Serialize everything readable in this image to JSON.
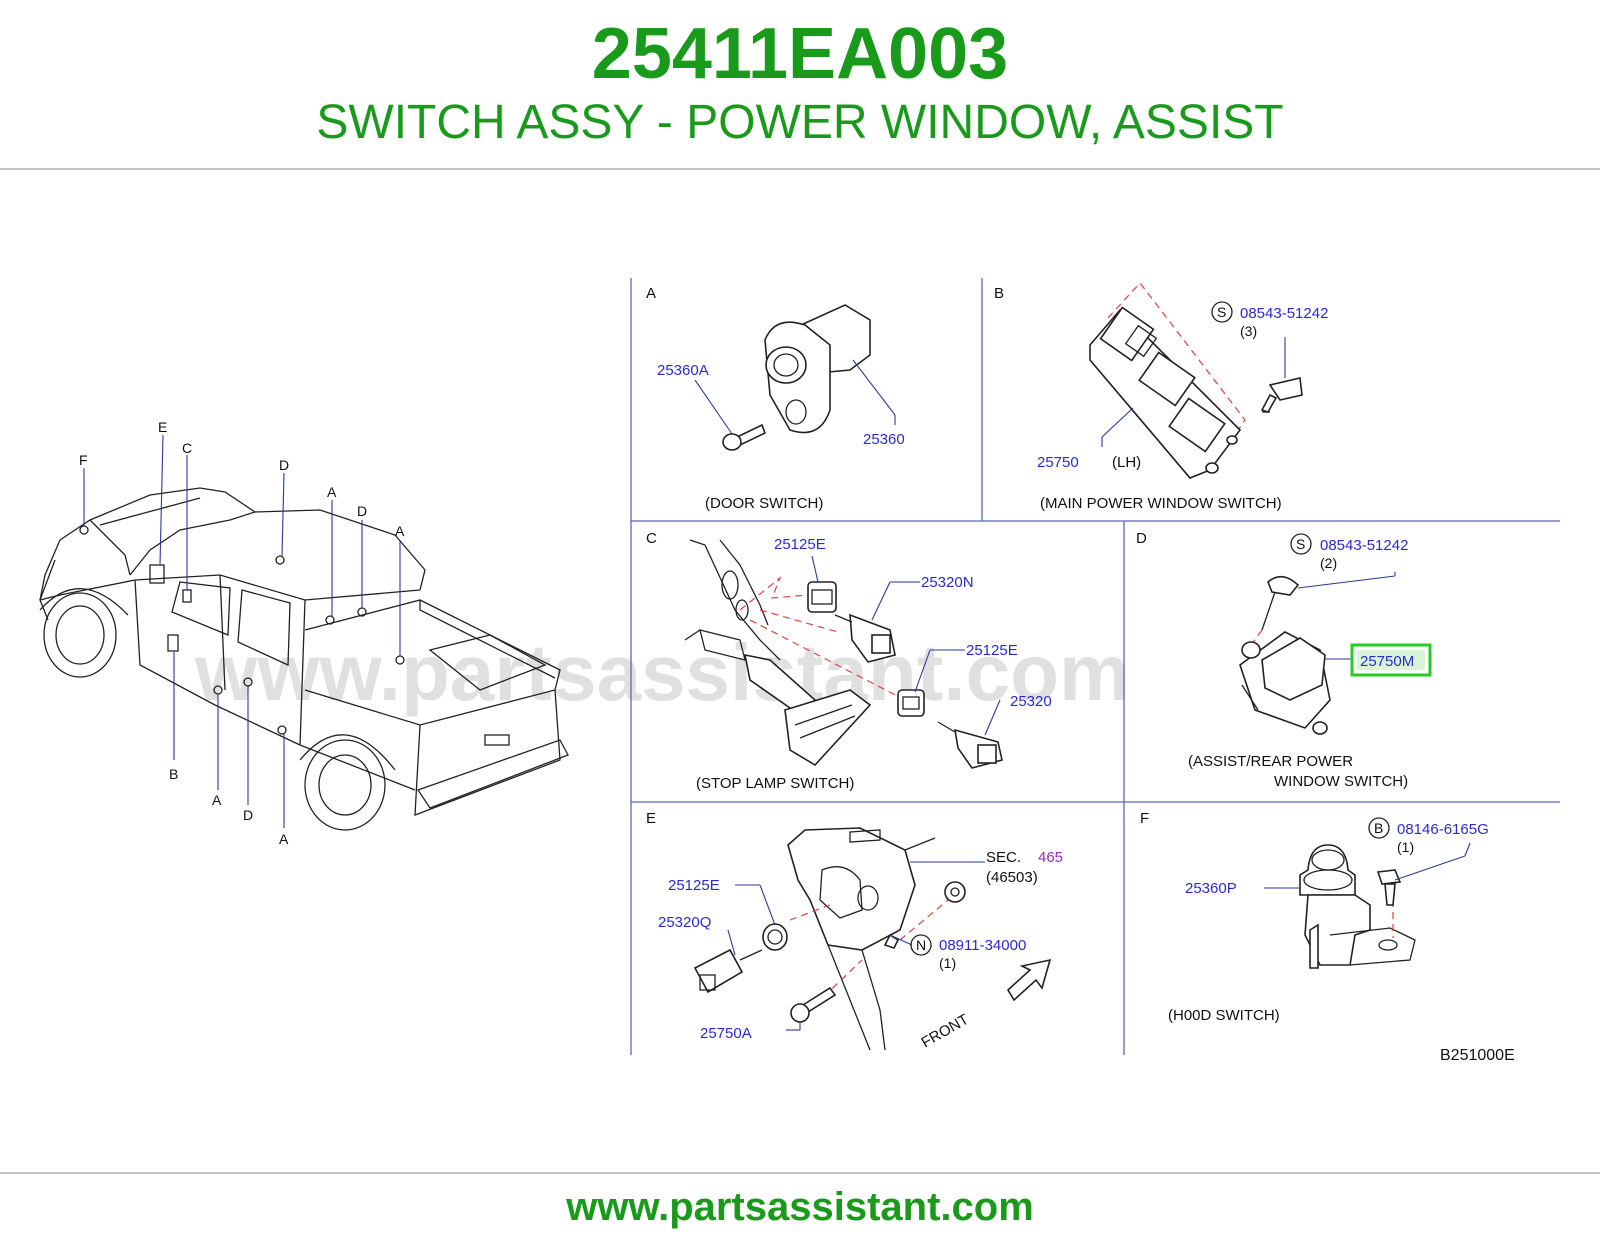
{
  "header": {
    "part_number": "25411EA003",
    "part_name": "SWITCH ASSY - POWER WINDOW, ASSIST"
  },
  "watermark": "www.partsassistant.com",
  "footer": {
    "url": "www.partsassistant.com"
  },
  "diagram_id": "B251000E",
  "highlight_color": "#22cc22",
  "brand_color": "#1a9a1a",
  "label_color": "#2a2ad0",
  "vehicle": {
    "location_letters": {
      "F": "F",
      "E": "E",
      "C": "C",
      "D_roof": "D",
      "A_roof": "A",
      "D_mid": "D",
      "A_right": "A",
      "B_low": "B",
      "A_low": "A",
      "D_low": "D",
      "A_low2": "A"
    }
  },
  "panels": {
    "A": {
      "letter": "A",
      "caption": "(DOOR   SWITCH)",
      "parts": {
        "p1": "25360A",
        "p2": "25360"
      }
    },
    "B": {
      "letter": "B",
      "caption": "(MAIN   POWER   WINDOW   SWITCH)",
      "screw_symbol": "S",
      "screw_part": "08543-51242",
      "screw_qty": "(3)",
      "part": "25750",
      "side": "(LH)"
    },
    "C": {
      "letter": "C",
      "caption": "(STOP   LAMP   SWITCH)",
      "parts": {
        "p1": "25125E",
        "p2": "25320N",
        "p3": "25125E",
        "p4": "25320"
      }
    },
    "D": {
      "letter": "D",
      "caption_line1": "(ASSIST/REAR   POWER",
      "caption_line2": "WINDOW   SWITCH)",
      "screw_symbol": "S",
      "screw_part": "08543-51242",
      "screw_qty": "(2)",
      "part": "25750M"
    },
    "E": {
      "letter": "E",
      "parts": {
        "p1": "25125E",
        "p2": "25320Q",
        "p3": "25750A"
      },
      "sec_label": "SEC.",
      "sec_number": "465",
      "sec_sub": "(46503)",
      "nut_symbol": "N",
      "nut_part": "08911-34000",
      "nut_qty": "(1)",
      "front_label": "FRONT"
    },
    "F": {
      "letter": "F",
      "caption": "(H00D   SWITCH)",
      "bolt_symbol": "B",
      "bolt_part": "08146-6165G",
      "bolt_qty": "(1)",
      "part": "25360P"
    }
  }
}
